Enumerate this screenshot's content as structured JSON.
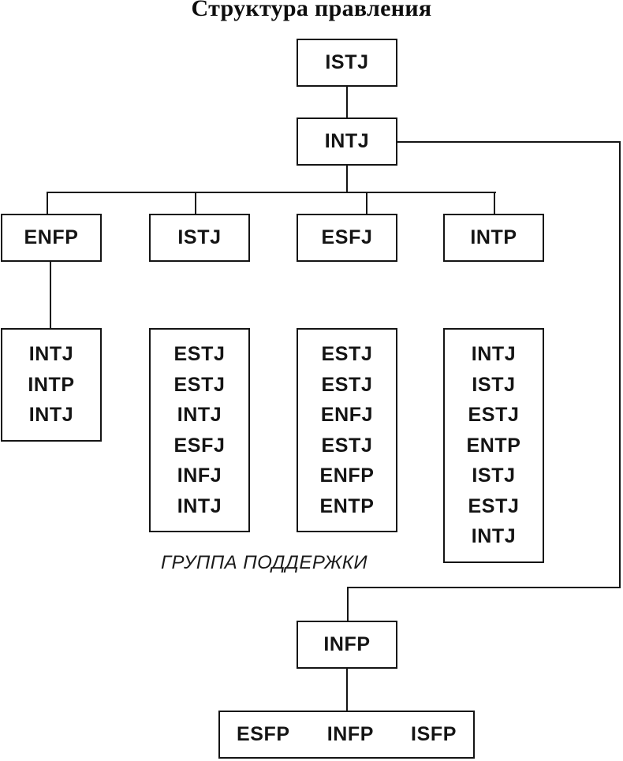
{
  "title": "Структура правления",
  "org": {
    "root": "ISTJ",
    "deputy": "INTJ",
    "managers": [
      "ENFP",
      "ISTJ",
      "ESFJ",
      "INTP"
    ],
    "teams": [
      [
        "INTJ",
        "INTP",
        "INTJ"
      ],
      [
        "ESTJ",
        "ESTJ",
        "INTJ",
        "ESFJ",
        "INFJ",
        "INTJ"
      ],
      [
        "ESTJ",
        "ESTJ",
        "ENFJ",
        "ESTJ",
        "ENFP",
        "ENTP"
      ],
      [
        "INTJ",
        "ISTJ",
        "ESTJ",
        "ENTP",
        "ISTJ",
        "ESTJ",
        "INTJ"
      ]
    ],
    "support_caption": "ГРУППА ПОДДЕРЖКИ",
    "assistant": "INFP",
    "assistant_team": [
      "ESFP",
      "INFP",
      "ISFP"
    ]
  },
  "colors": {
    "line": "#141414",
    "text": "#111111",
    "background": "#ffffff"
  }
}
